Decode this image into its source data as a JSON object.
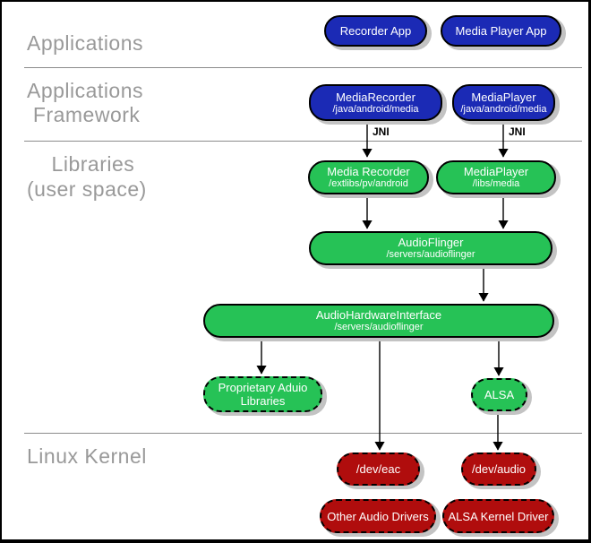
{
  "sections": [
    {
      "id": "applications",
      "label_lines": [
        "Applications",
        ""
      ]
    },
    {
      "id": "framework",
      "label_lines": [
        "Applications",
        " Framework"
      ]
    },
    {
      "id": "libraries",
      "label_lines": [
        "    Libraries",
        "(user space)"
      ]
    },
    {
      "id": "kernel",
      "label_lines": [
        "Linux Kernel",
        ""
      ]
    }
  ],
  "nodes": {
    "recorder_app": {
      "title": "Recorder App"
    },
    "media_player_app": {
      "title": "Media Player App"
    },
    "mediarecorder_fw": {
      "title": "MediaRecorder",
      "subtitle": "/java/android/media"
    },
    "mediaplayer_fw": {
      "title": "MediaPlayer",
      "subtitle": "/java/android/media"
    },
    "mediarecorder_lib": {
      "title": "Media Recorder",
      "subtitle": "/extlibs/pv/android"
    },
    "mediaplayer_lib": {
      "title": "MediaPlayer",
      "subtitle": "/libs/media"
    },
    "audioflinger": {
      "title": "AudioFlinger",
      "subtitle": "/servers/audioflinger"
    },
    "audiohardwareinterface": {
      "title": "AudioHardwareInterface",
      "subtitle": "/servers/audioflinger"
    },
    "proprietary_audio_libs": {
      "title_lines": [
        "Proprietary Aduio",
        "Libraries"
      ]
    },
    "alsa": {
      "title": "ALSA"
    },
    "dev_eac": {
      "title": "/dev/eac"
    },
    "dev_audio": {
      "title": "/dev/audio"
    },
    "other_audio_drivers": {
      "title": "Other Audio Drivers"
    },
    "alsa_kernel_driver": {
      "title": "ALSA Kernel Driver"
    }
  },
  "annotations": {
    "jni_left": "JNI",
    "jni_right": "JNI"
  },
  "colors": {
    "app_blue": "#1b2ab5",
    "lib_green": "#26c256",
    "kernel_red": "#b00d0d",
    "section_label_gray": "#999999",
    "divider_gray": "#8c8c8c",
    "shadow_gray": "#c3c3c3"
  }
}
